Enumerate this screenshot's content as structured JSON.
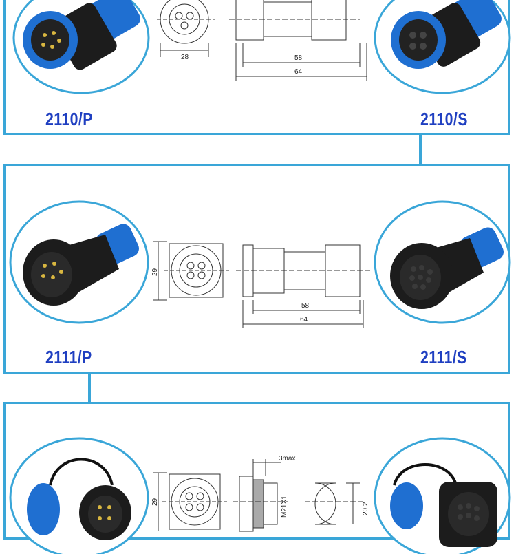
{
  "panels": [
    {
      "left_label": "2110/P",
      "right_label": "2110/S",
      "dimensions": {
        "front_width": "28",
        "length_inner": "58",
        "length_outer": "64"
      }
    },
    {
      "left_label": "2111/P",
      "right_label": "2111/S",
      "dimensions": {
        "front_height": "29",
        "length_inner": "58",
        "length_outer": "64"
      }
    },
    {
      "dimensions": {
        "front_height": "29",
        "flange_max": "3max",
        "thread": "M21X1",
        "cap_diameter": "20.2"
      }
    }
  ],
  "colors": {
    "border": "#3aa6d8",
    "label": "#1f3fc1",
    "connector_blue": "#1f6fd1",
    "connector_body": "#1c1c1c"
  }
}
